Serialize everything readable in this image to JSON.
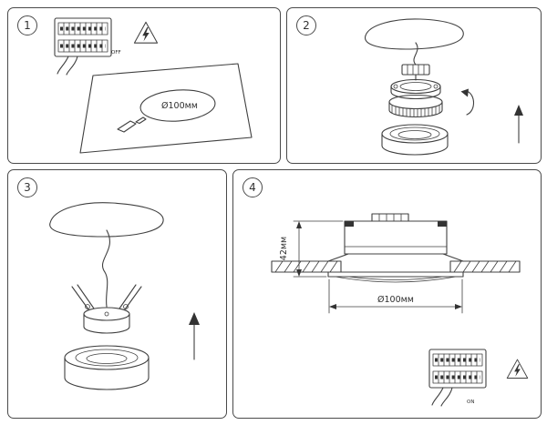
{
  "colors": {
    "line": "#404040",
    "panel_border": "#4a4a4a",
    "background": "#ffffff",
    "dark_fill": "#333333"
  },
  "icons": {
    "hazard": "electrical-hazard-triangle",
    "breaker": "circuit-breaker-panel",
    "rotate": "rotate-arrow",
    "up": "up-arrow",
    "knife": "cutting-tool"
  },
  "panels": [
    {
      "number": "1",
      "breaker_state": "OFF",
      "hole_diameter": "Ø100мм"
    },
    {
      "number": "2"
    },
    {
      "number": "3"
    },
    {
      "number": "4",
      "recess_height": "42мм",
      "hole_diameter": "Ø100мм",
      "breaker_state": "ON"
    }
  ]
}
